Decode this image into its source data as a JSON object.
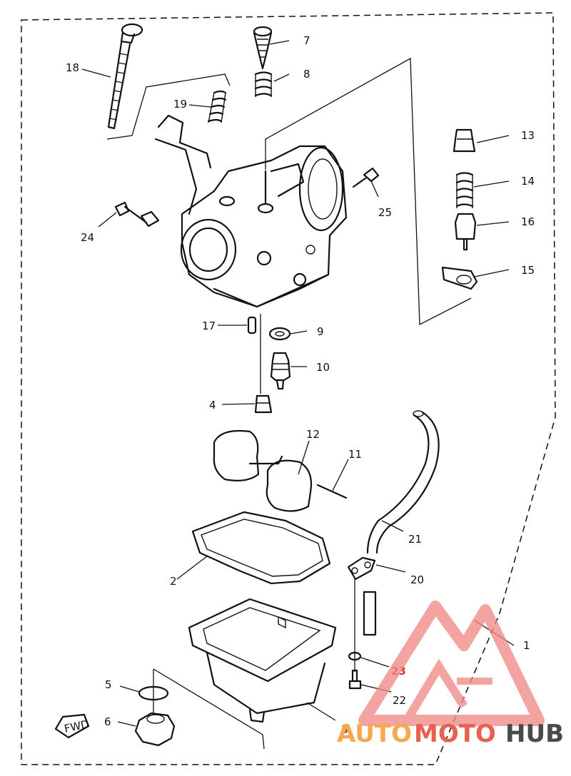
{
  "diagram": {
    "part_numbers": [
      "1",
      "2",
      "3",
      "4",
      "5",
      "6",
      "7",
      "8",
      "9",
      "10",
      "11",
      "12",
      "13",
      "14",
      "15",
      "16",
      "17",
      "18",
      "19",
      "20",
      "21",
      "22",
      "23",
      "24",
      "25"
    ],
    "fwd_label": "FWD"
  },
  "watermark": {
    "brand_part1": "AUTO",
    "brand_part2": "MOTO",
    "brand_part3": "HUB",
    "colors": {
      "auto": "#f7a74d",
      "moto": "#e8614e",
      "hub": "#4a4a4a",
      "logo": "#f08a86"
    }
  }
}
